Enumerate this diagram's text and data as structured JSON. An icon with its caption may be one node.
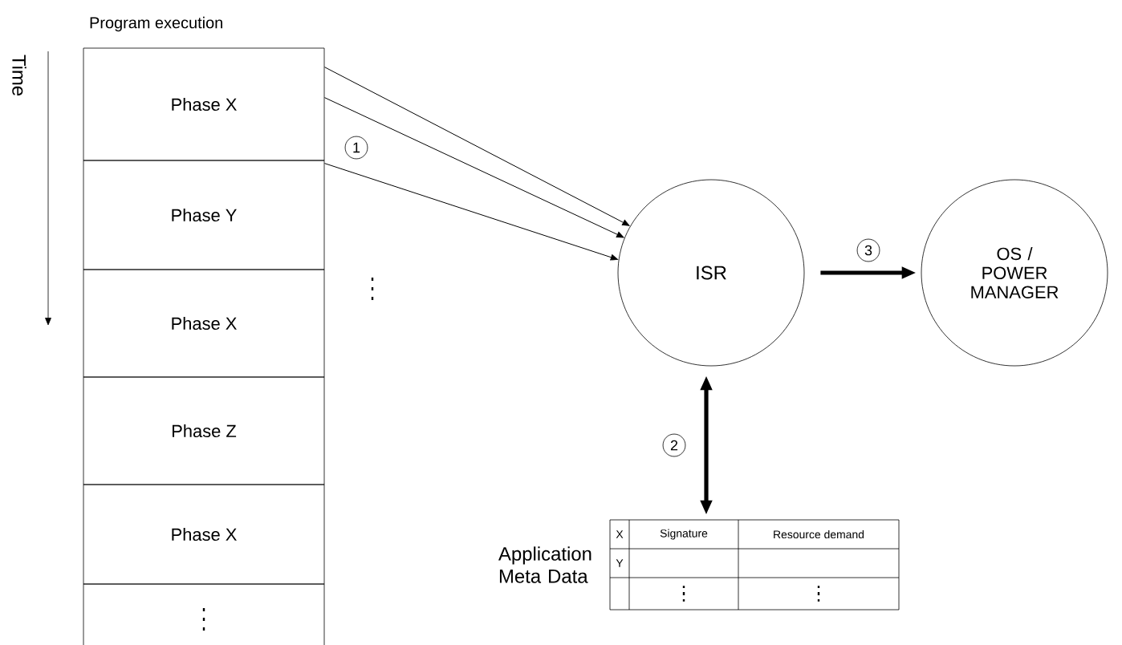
{
  "diagram": {
    "title": "Program execution",
    "nodes": [
      {
        "text": [
          "Phase X"
        ]
      },
      {
        "text": [
          "Phase Y"
        ]
      },
      {
        "text": [
          "Phase X"
        ]
      },
      {
        "text": [
          "Phase Z"
        ]
      },
      {
        "text": [
          "Phase X"
        ]
      },
      {
        "text": [],
        "shape": "box"
      },
      {
        "text": [
          "ISR"
        ]
      },
      {
        "text": [
          "OS / POWER MANAGER"
        ]
      },
      {
        "text": [
          "Application Meta Data",
          "X",
          "Signature",
          "Resource demand",
          "Y"
        ]
      }
    ],
    "edges": [
      {
        "from": 0,
        "to": 6,
        "arrow": "to"
      },
      {
        "from": 0,
        "to": 6,
        "arrow": "to"
      },
      {
        "from": 1,
        "to": 6,
        "arrow": "to"
      },
      {
        "from": 6,
        "to": 7,
        "arrow": "to",
        "label": "3",
        "style": "thick"
      },
      {
        "from": 6,
        "to": 8,
        "arrow": "both",
        "label": "2",
        "style": "thick"
      }
    ],
    "labels": [
      "Time",
      "1"
    ]
  }
}
